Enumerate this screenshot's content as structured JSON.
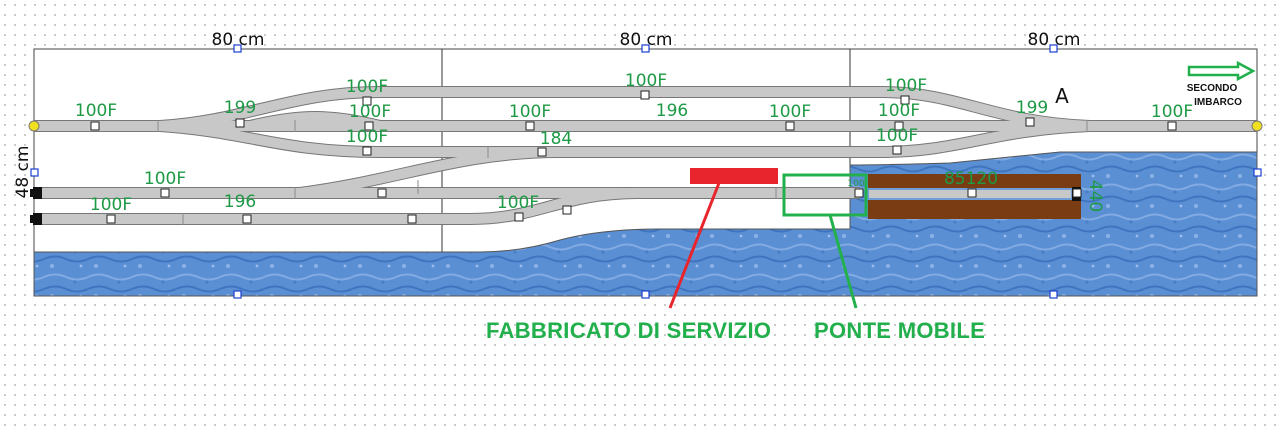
{
  "dimensions": {
    "top_width_1": "80 cm",
    "top_width_2": "80 cm",
    "top_width_3": "80 cm",
    "height": "48 cm"
  },
  "track_labels": {
    "l1": "100F",
    "l2": "199",
    "l3": "100F",
    "l4": "100F",
    "l5": "100F",
    "l6": "100F",
    "l7": "100F",
    "l8": "100F",
    "l9": "100F",
    "l10": "100F",
    "l11": "100F",
    "l12": "199",
    "l13": "100F",
    "l14": "100F",
    "l15": "196",
    "l16": "100F",
    "l17": "196",
    "l18": "184",
    "l19": "100F",
    "l20": "100",
    "l21": "85120",
    "l22": "440"
  },
  "marker_letter": "A",
  "arrow_label_line1": "SECONDO",
  "arrow_label_line2": "IMBARCO",
  "annotations": {
    "service_building": "FABBRICATO DI SERVIZIO",
    "moving_bridge": "PONTE MOBILE"
  },
  "colors": {
    "track": "#c8c8c8",
    "water": "#5b8fd4",
    "annotation_green": "#22b04c",
    "service_red": "#e8242c",
    "bridge_brown": "#7a3c12"
  }
}
